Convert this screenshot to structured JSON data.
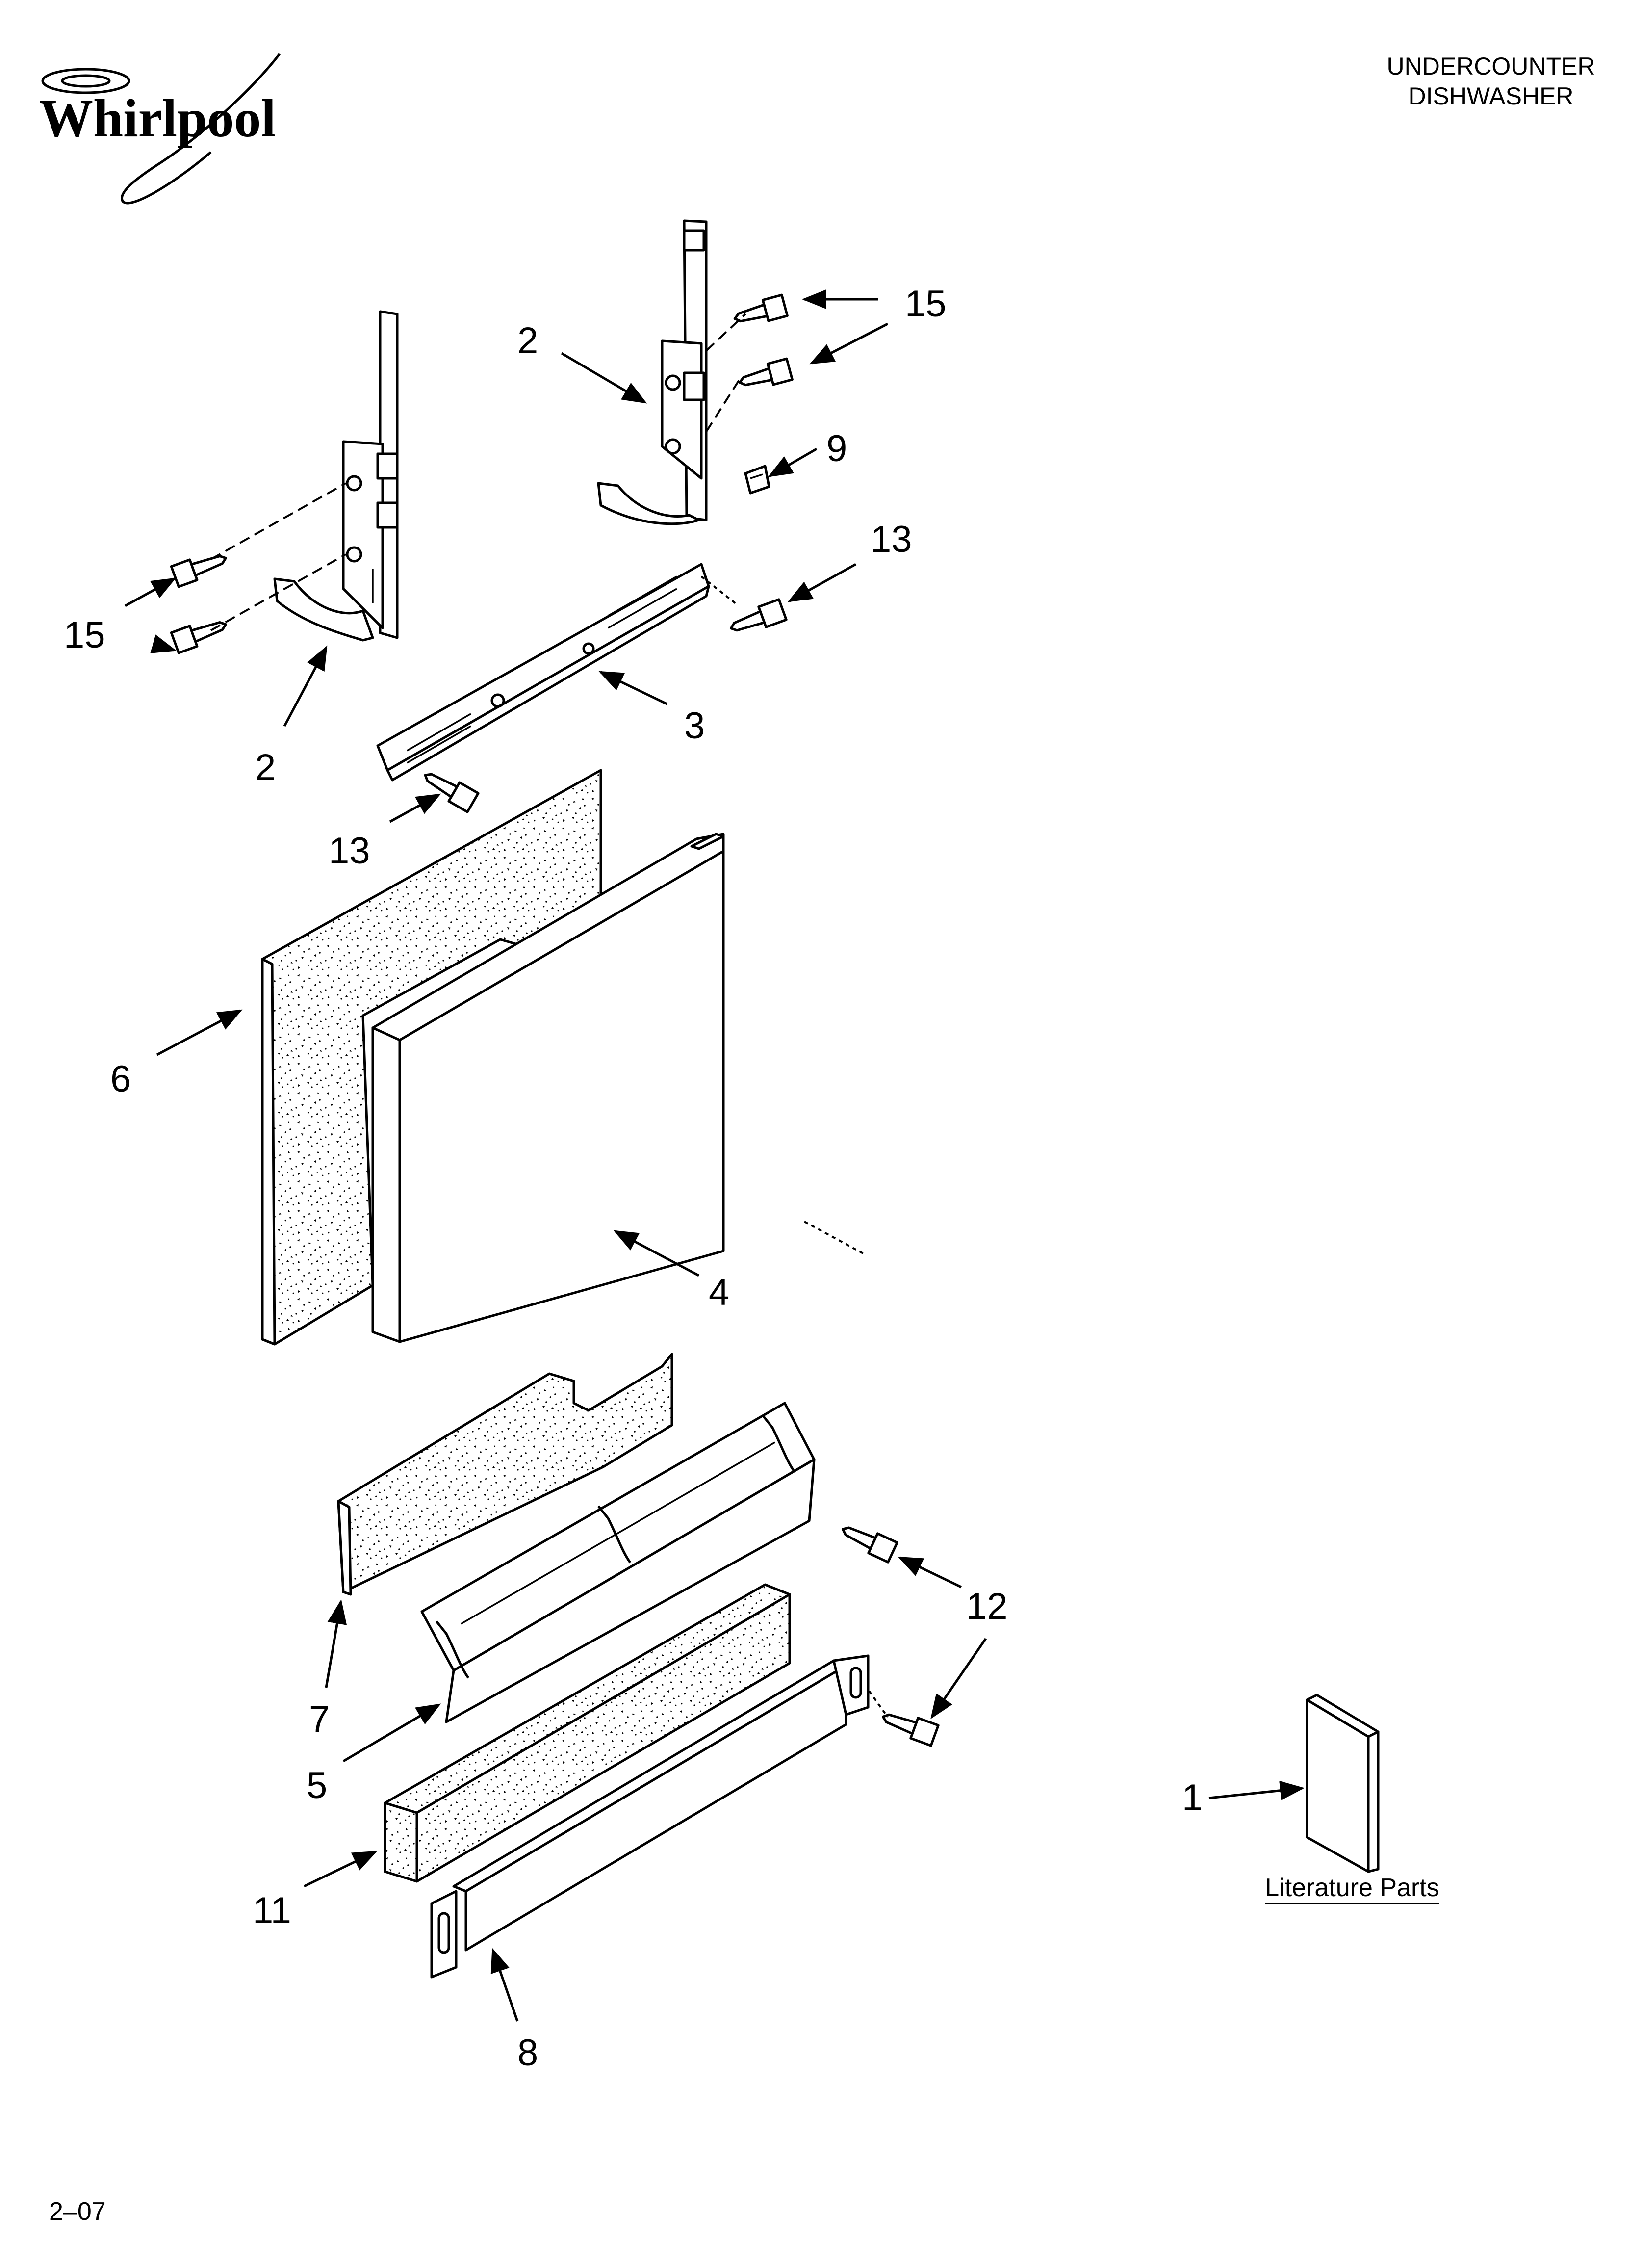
{
  "brand": {
    "logo_text": "Whirlpool"
  },
  "header": {
    "line1": "UNDERCOUNTER",
    "line2": "DISHWASHER"
  },
  "footer": {
    "code": "2–07"
  },
  "literature": {
    "label": "Literature Parts"
  },
  "callouts": {
    "c15a": "15",
    "c15b": "15",
    "c2a": "2",
    "c2b": "2",
    "c9": "9",
    "c13a": "13",
    "c13b": "13",
    "c3": "3",
    "c6": "6",
    "c4": "4",
    "c12": "12",
    "c7": "7",
    "c5": "5",
    "c11": "11",
    "c8": "8",
    "c1": "1"
  }
}
